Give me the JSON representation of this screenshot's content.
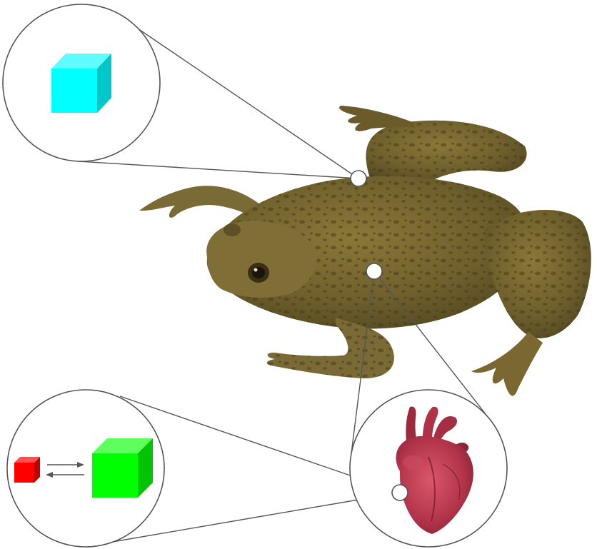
{
  "diagram": {
    "subject": "frog-photo",
    "callouts": [
      {
        "id": "top-left",
        "content": "cyan-cube-icon",
        "color": "#00ffff"
      },
      {
        "id": "bottom-left",
        "content": "small-red-cube-exchange-large-green-cube",
        "colors": [
          "#ff0000",
          "#00ff00"
        ]
      },
      {
        "id": "bottom-right",
        "content": "heart-illustration",
        "color": "#b8354a"
      }
    ],
    "colors": {
      "line": "#555555",
      "frog_body": "#7a6a35",
      "frog_spots": "#4e3f1c",
      "cyan": "#00ffff",
      "red": "#ff0000",
      "green": "#00ff00",
      "heart": "#b8354a"
    }
  }
}
